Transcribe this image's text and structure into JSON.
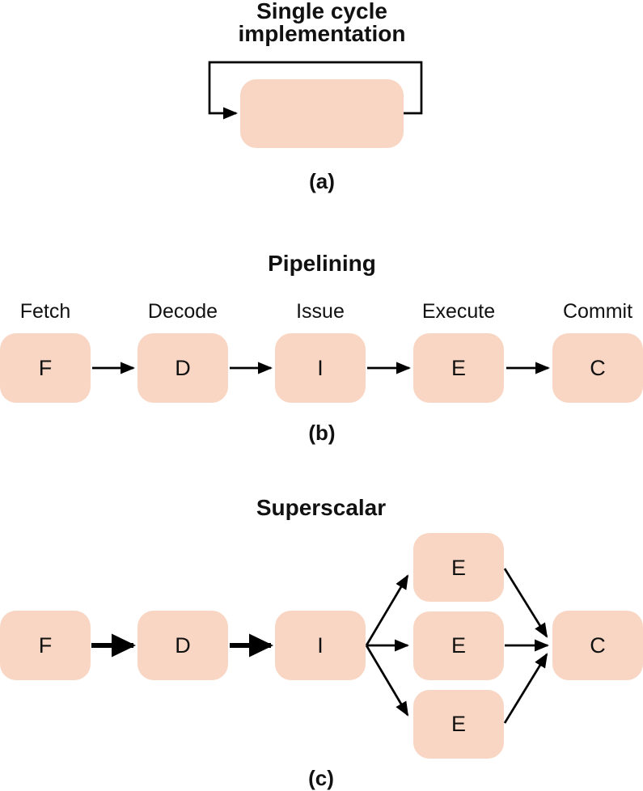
{
  "colors": {
    "background": "#ffffff",
    "box": "#f9d6c4",
    "line": "#000000",
    "text": "#111111"
  },
  "section_a": {
    "title_line1": "Single cycle",
    "title_line2": "implementation",
    "caption": "(a)"
  },
  "section_b": {
    "title": "Pipelining",
    "caption": "(b)",
    "stages": [
      {
        "label": "Fetch",
        "letter": "F"
      },
      {
        "label": "Decode",
        "letter": "D"
      },
      {
        "label": "Issue",
        "letter": "I"
      },
      {
        "label": "Execute",
        "letter": "E"
      },
      {
        "label": "Commit",
        "letter": "C"
      }
    ]
  },
  "section_c": {
    "title": "Superscalar",
    "caption": "(c)",
    "fetch_letter": "F",
    "decode_letter": "D",
    "issue_letter": "I",
    "execute_letters": [
      "E",
      "E",
      "E"
    ],
    "commit_letter": "C"
  }
}
